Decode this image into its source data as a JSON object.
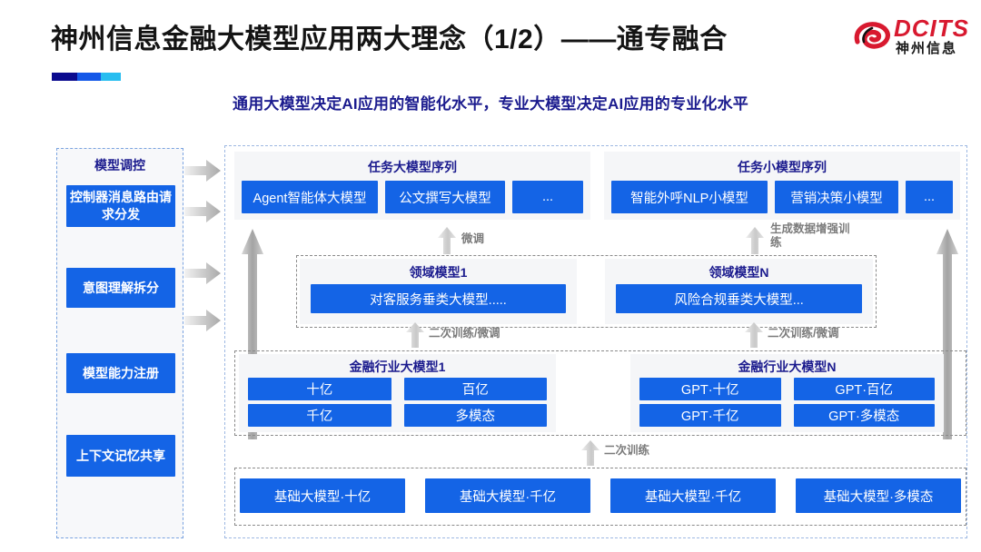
{
  "header": {
    "title": "神州信息金融大模型应用两大理念（1/2）——通专融合",
    "logo_brand": "DCITS",
    "logo_sub": "神州信息",
    "logo_icon": "dcits-swirl-logo"
  },
  "subtitle": "通用大模型决定AI应用的智能化水平，专业大模型决定AI应用的专业化水平",
  "control_panel": {
    "title": "模型调控",
    "items": [
      {
        "label": "控制器消息路由请求分发"
      },
      {
        "label": "意图理解拆分"
      },
      {
        "label": "模型能力注册"
      },
      {
        "label": "上下文记忆共享"
      }
    ]
  },
  "task_sequences": [
    {
      "title": "任务大模型序列",
      "chips": [
        "Agent智能体大模型",
        "公文撰写大模型",
        "..."
      ]
    },
    {
      "title": "任务小模型序列",
      "chips": [
        "智能外呼NLP小模型",
        "营销决策小模型",
        "..."
      ]
    }
  ],
  "domain_models": [
    {
      "title": "领域模型1",
      "chip": "对客服务垂类大模型....."
    },
    {
      "title": "领域模型N",
      "chip": "风险合规垂类大模型..."
    }
  ],
  "industry_models": [
    {
      "title": "金融行业大模型1",
      "chips": [
        "十亿",
        "百亿",
        "千亿",
        "多模态"
      ]
    },
    {
      "title": "金融行业大模型N",
      "chips": [
        "GPT·十亿",
        "GPT·百亿",
        "GPT·千亿",
        "GPT·多模态"
      ]
    }
  ],
  "base_models": [
    "基础大模型·十亿",
    "基础大模型·千亿",
    "基础大模型·千亿",
    "基础大模型·多模态"
  ],
  "arrow_labels": {
    "finetune": "微调",
    "data_aug": "生成数据增强训练",
    "retrain_finetune_left": "二次训练/微调",
    "retrain_finetune_right": "二次训练/微调",
    "retrain": "二次训练"
  },
  "colors": {
    "chip_blue": "#1464e6",
    "heading_navy": "#1b1b8e",
    "logo_red": "#d8192f",
    "panel_grey": "#f5f6f8",
    "arrow_grey": "#b8b8b8",
    "accent_dark": "#0b0b8f",
    "accent_mid": "#1458e8",
    "accent_cyan": "#27bdf0"
  }
}
